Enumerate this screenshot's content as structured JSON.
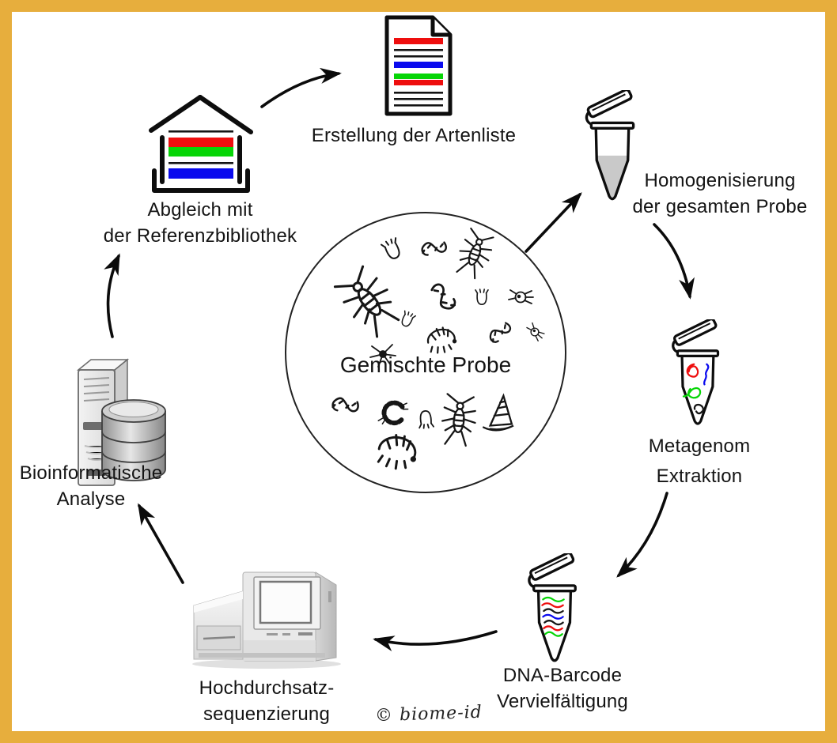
{
  "title": "DNA-Metabarcoding Workflow (biome-id)",
  "colors": {
    "frame_gold": "#E7AE3D",
    "red": "#EE0E0E",
    "green": "#06D506",
    "blue": "#0A0AEE",
    "tube_gray": "#C9C9C9",
    "ink": "#141414"
  },
  "center": {
    "label": "Gemischte Probe",
    "icon": "mixed-sample-organisms",
    "organisms": [
      "stonefly-nymph",
      "caddisfly-larva",
      "worm",
      "caterpillar-larva",
      "copepod",
      "hydra",
      "water-mite",
      "midge-larva",
      "mayfly-nymph",
      "snail",
      "amphipod",
      "cup-organism"
    ]
  },
  "steps": [
    {
      "id": "homogenization",
      "icon": "sample-tube-gray-homogenate",
      "line1": "Homogenisierung",
      "line2": "der gesamten Probe"
    },
    {
      "id": "metagenome-extraction",
      "icon": "tube-dna-strands",
      "line1": "Metagenom",
      "line2": "Extraktion"
    },
    {
      "id": "dna-barcode-amplification",
      "icon": "tube-amplified-barcodes",
      "line1": "DNA-Barcode",
      "line2": "Vervielfältigung"
    },
    {
      "id": "high-throughput-sequencing",
      "icon": "sequencer-machine",
      "line1": "Hochdurchsatz-",
      "line2": "sequenzierung"
    },
    {
      "id": "bioinformatic-analysis",
      "icon": "server-database",
      "line1": "Bioinformatische",
      "line2": "Analyse"
    },
    {
      "id": "reference-library-match",
      "icon": "library-house-barcodes",
      "line1": "Abgleich mit",
      "line2": "der Referenzbibliothek"
    },
    {
      "id": "species-list",
      "icon": "document-barcodes",
      "line1": "Erstellung der Artenliste",
      "line2": ""
    }
  ],
  "watermark": "© biome-id",
  "arrows": [
    "mixed-sample-to-homogenization",
    "homogenization-to-metagenome-extraction",
    "metagenome-extraction-to-dna-barcode-amplification",
    "dna-barcode-amplification-to-sequencing",
    "sequencing-to-bioinformatic-analysis",
    "bioinformatic-analysis-to-reference-library",
    "reference-library-to-species-list"
  ]
}
